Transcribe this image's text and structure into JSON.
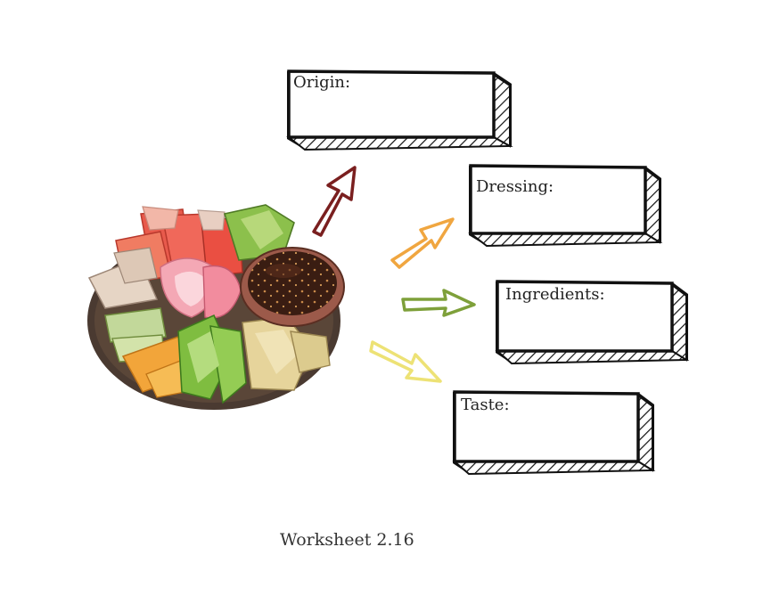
{
  "worksheet": {
    "caption": "Worksheet 2.16",
    "illustration": "salad-platter-with-dipping-sauce",
    "boxes": [
      {
        "label": "Origin:",
        "arrow_color": "#7a1f1f"
      },
      {
        "label": "Dressing:",
        "arrow_color": "#f0a640"
      },
      {
        "label": "Ingredients:",
        "arrow_color": "#7ea03a"
      },
      {
        "label": "Taste:",
        "arrow_color": "#ede275"
      }
    ]
  }
}
